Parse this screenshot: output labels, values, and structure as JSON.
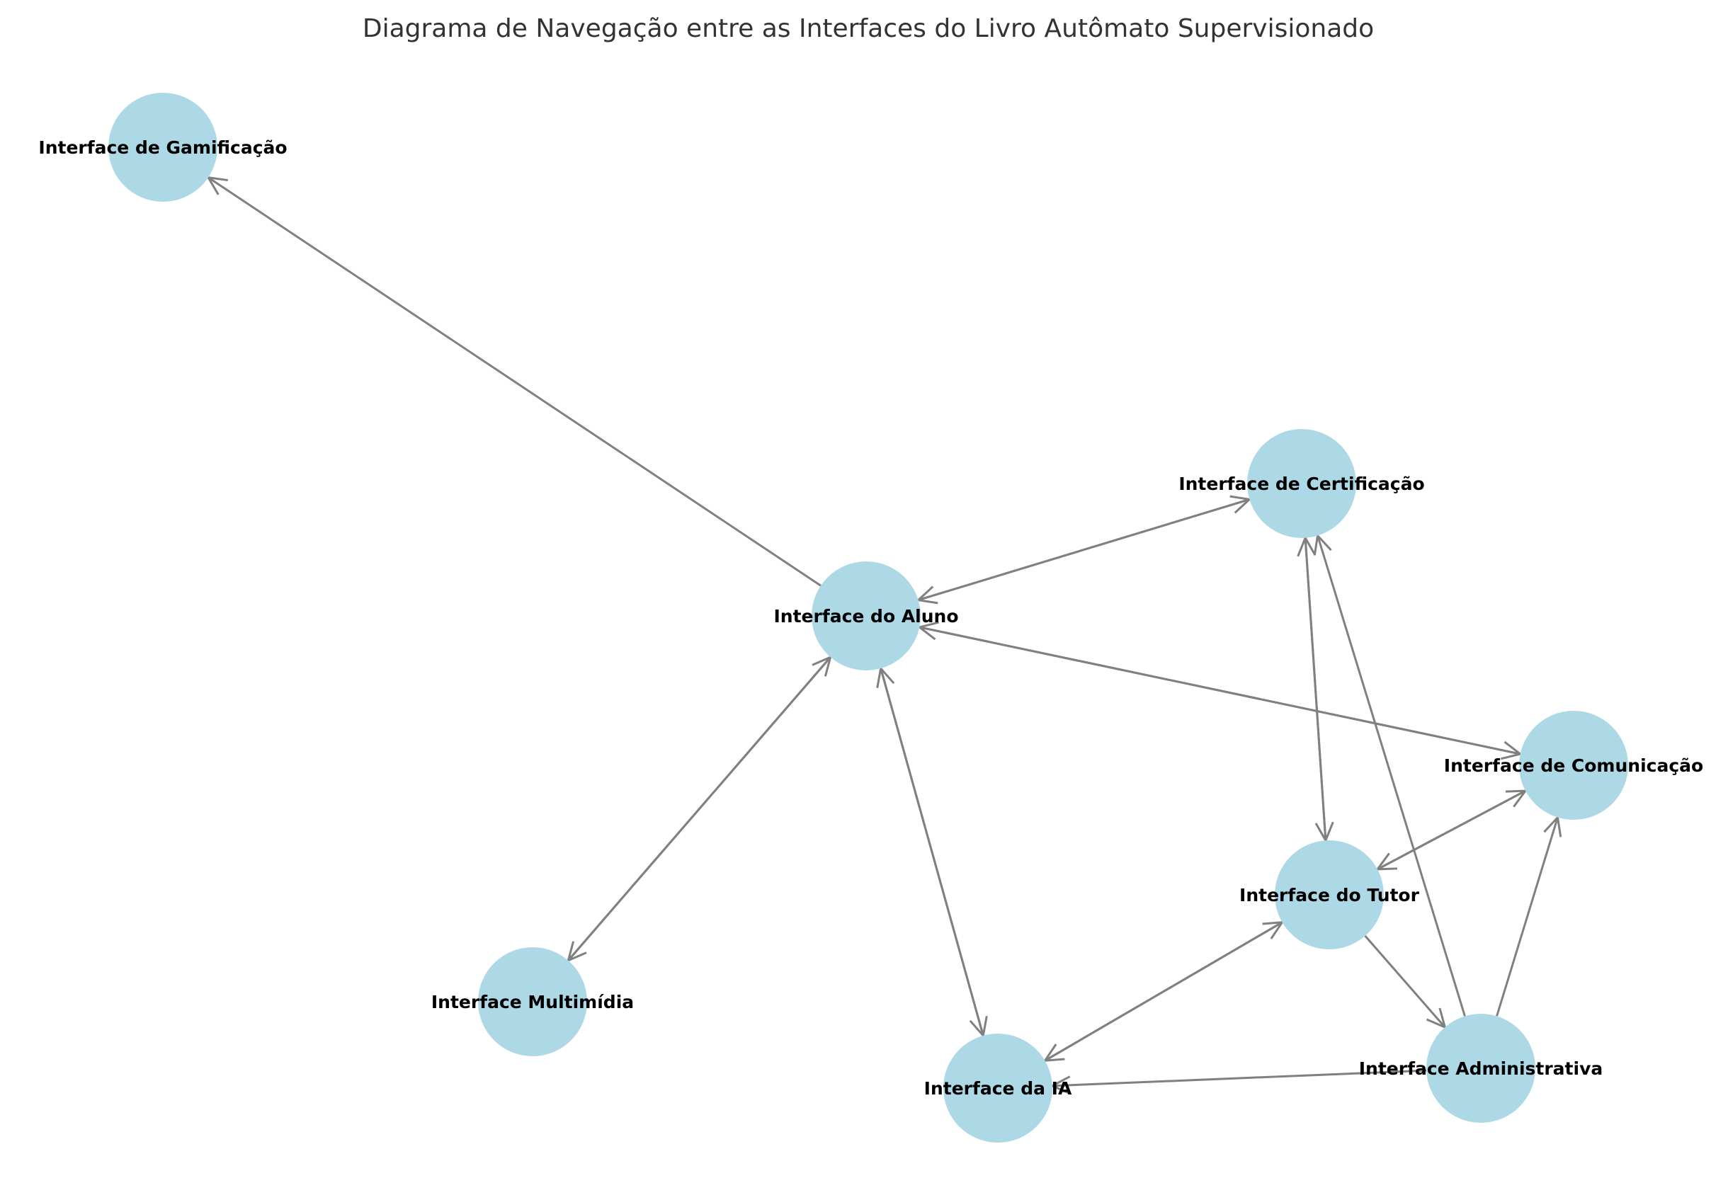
{
  "title": "Diagrama de Navegação entre as Interfaces do Livro Autômato Supervisionado",
  "colors": {
    "node": "#add8e6",
    "edge": "#808080",
    "label": "#000000"
  },
  "nodes": [
    {
      "id": "gam",
      "label": "Interface de Gamificação"
    },
    {
      "id": "cert",
      "label": "Interface de Certificação"
    },
    {
      "id": "aluno",
      "label": "Interface do Aluno"
    },
    {
      "id": "com",
      "label": "Interface de Comunicação"
    },
    {
      "id": "tutor",
      "label": "Interface do Tutor"
    },
    {
      "id": "multi",
      "label": "Interface Multimídia"
    },
    {
      "id": "ia",
      "label": "Interface da IA"
    },
    {
      "id": "admin",
      "label": "Interface Administrativa"
    }
  ],
  "edges": [
    {
      "from": "aluno",
      "to": "gam"
    },
    {
      "from": "aluno",
      "to": "cert"
    },
    {
      "from": "cert",
      "to": "aluno"
    },
    {
      "from": "aluno",
      "to": "com"
    },
    {
      "from": "com",
      "to": "aluno"
    },
    {
      "from": "aluno",
      "to": "multi"
    },
    {
      "from": "multi",
      "to": "aluno"
    },
    {
      "from": "aluno",
      "to": "ia"
    },
    {
      "from": "ia",
      "to": "aluno"
    },
    {
      "from": "cert",
      "to": "tutor"
    },
    {
      "from": "tutor",
      "to": "cert"
    },
    {
      "from": "admin",
      "to": "cert"
    },
    {
      "from": "tutor",
      "to": "com"
    },
    {
      "from": "com",
      "to": "tutor"
    },
    {
      "from": "admin",
      "to": "com"
    },
    {
      "from": "tutor",
      "to": "admin"
    },
    {
      "from": "tutor",
      "to": "ia"
    },
    {
      "from": "ia",
      "to": "tutor"
    },
    {
      "from": "admin",
      "to": "ia"
    }
  ]
}
